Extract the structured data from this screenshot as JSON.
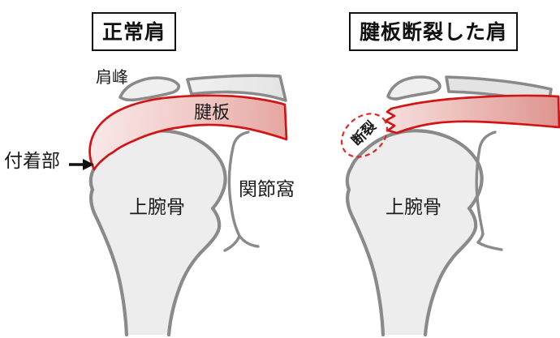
{
  "figure": {
    "left_panel": {
      "title": "正常肩",
      "labels": {
        "acromion": "肩峰",
        "rotator_cuff": "腱板",
        "attachment": "付着部",
        "glenoid": "関節窩",
        "humerus": "上腕骨"
      }
    },
    "right_panel": {
      "title": "腱板断裂した肩",
      "labels": {
        "tear": "断裂",
        "humerus": "上腕骨"
      }
    },
    "colors": {
      "cuff_outline_red": "#d11414",
      "cuff_fill_light": "#f8e7e6",
      "cuff_fill_dark": "#e29c97",
      "bone_fill": "#ededed",
      "bone_outline": "#8a8a8a",
      "tear_dashed_circle": "#e02828",
      "text": "#111111",
      "background": "#ffffff"
    }
  }
}
